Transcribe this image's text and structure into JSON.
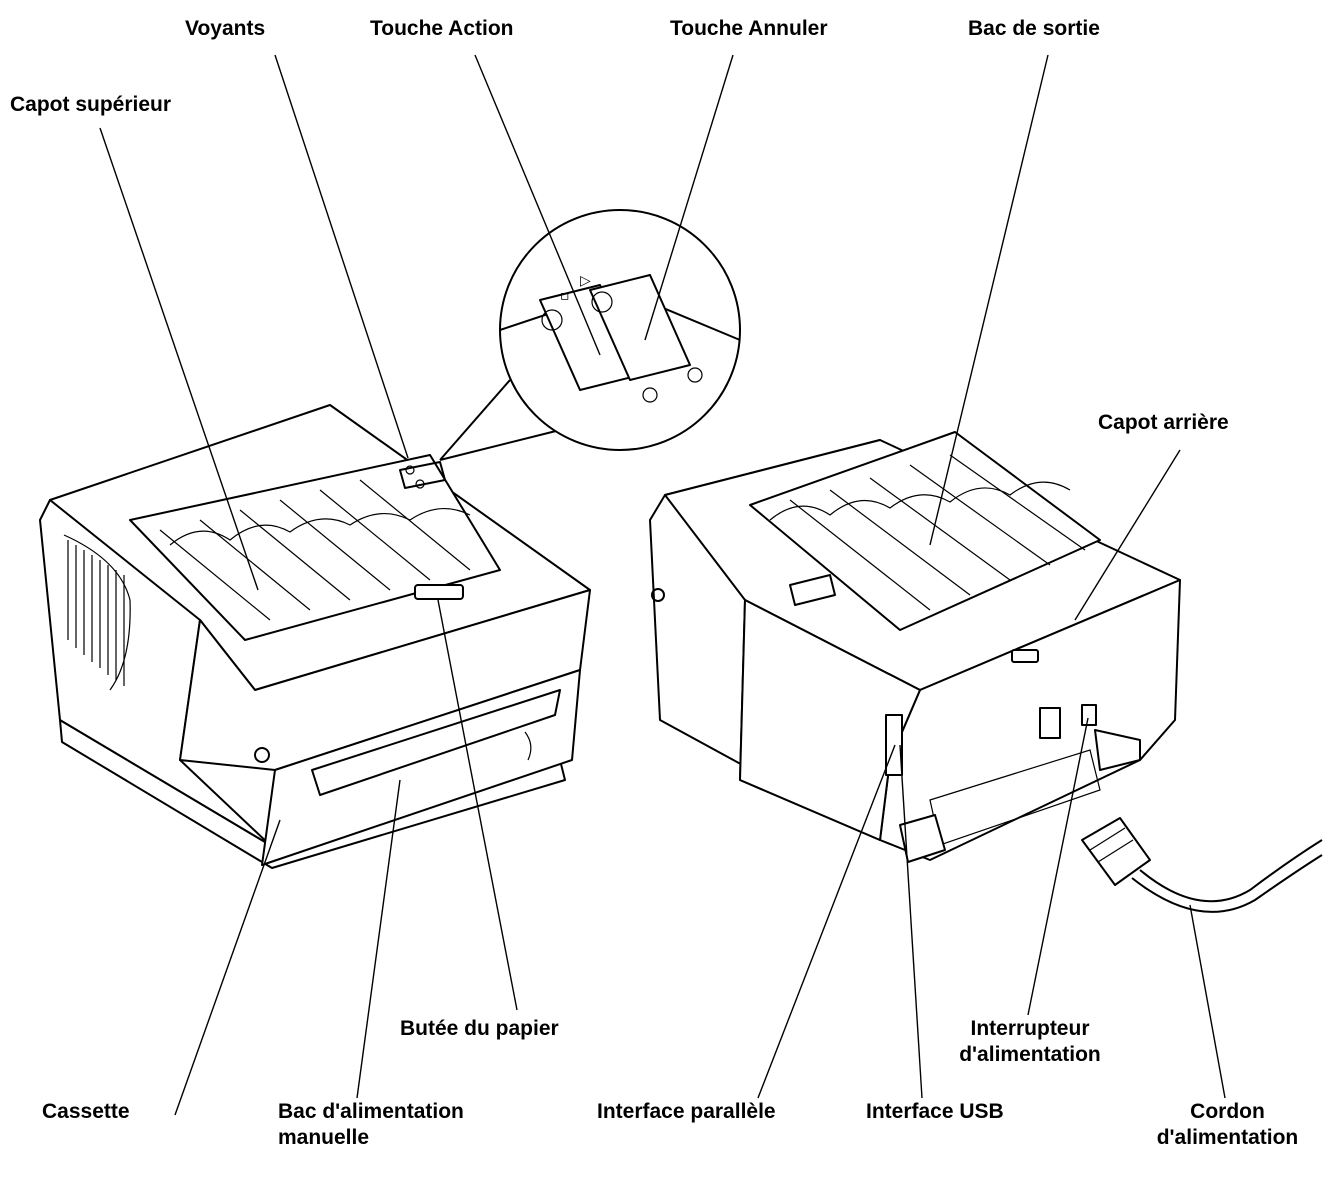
{
  "labels": {
    "voyants": "Voyants",
    "touche_action": "Touche Action",
    "touche_annuler": "Touche Annuler",
    "bac_de_sortie": "Bac de sortie",
    "capot_superieur": "Capot supérieur",
    "capot_arriere": "Capot arrière",
    "butee_du_papier": "Butée du papier",
    "interrupteur_line1": "Interrupteur",
    "interrupteur_line2": "d'alimentation",
    "cassette": "Cassette",
    "bac_alim_line1": "Bac d'alimentation",
    "bac_alim_line2": "manuelle",
    "interface_parallele": "Interface parallèle",
    "interface_usb": "Interface USB",
    "cordon_line1": "Cordon",
    "cordon_line2": "d'alimentation"
  }
}
